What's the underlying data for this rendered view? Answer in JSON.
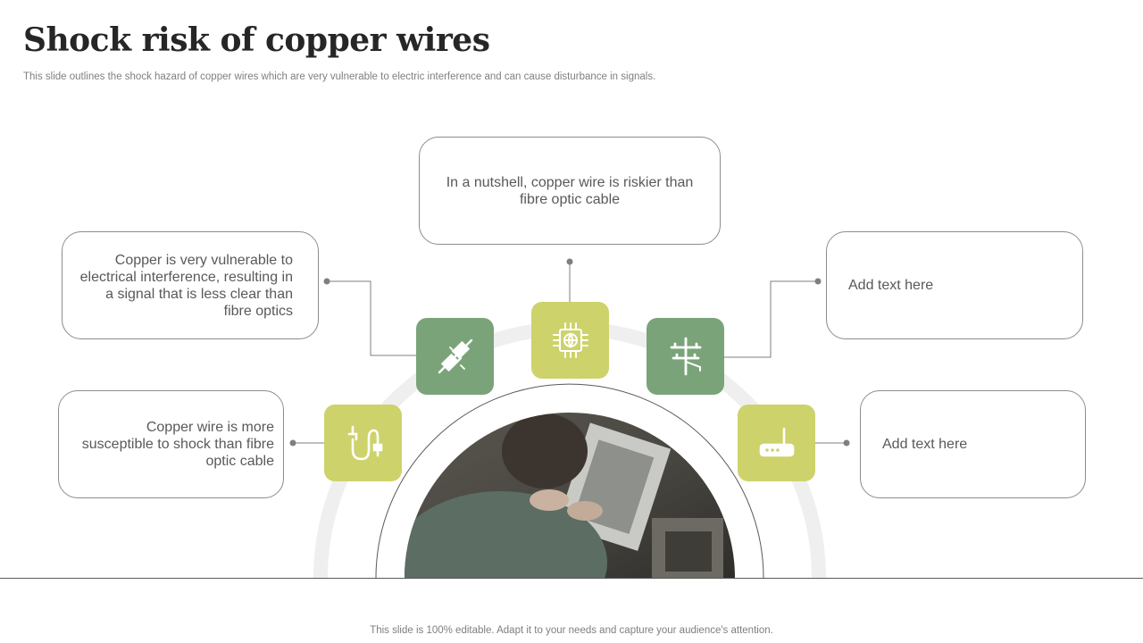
{
  "slide": {
    "title": "Shock risk of copper wires",
    "subtitle": "This slide outlines the shock hazard of copper wires which are very  vulnerable to electric interference and can cause disturbance in signals.",
    "footer": "This slide is 100% editable. Adapt it to your needs and capture your audience's attention."
  },
  "callouts": {
    "top": "In a nutshell,  copper wire is riskier than fibre optic cable",
    "left_upper": "Copper is very vulnerable  to electrical interference, resulting in a signal that is less clear than fibre optics",
    "left_lower": "Copper wire is more susceptible to shock than fibre optic cable",
    "right_upper": "Add text here",
    "right_lower": "Add text here"
  },
  "icons": {
    "tile_1": "cable-plug-icon",
    "tile_2": "broken-plug-icon",
    "tile_3": "chip-globe-icon",
    "tile_4": "utility-pole-icon",
    "tile_5": "router-icon"
  },
  "colors": {
    "tile_dark": "#7aa37a",
    "tile_light": "#cdd26b",
    "connector": "#7f7f7f"
  }
}
